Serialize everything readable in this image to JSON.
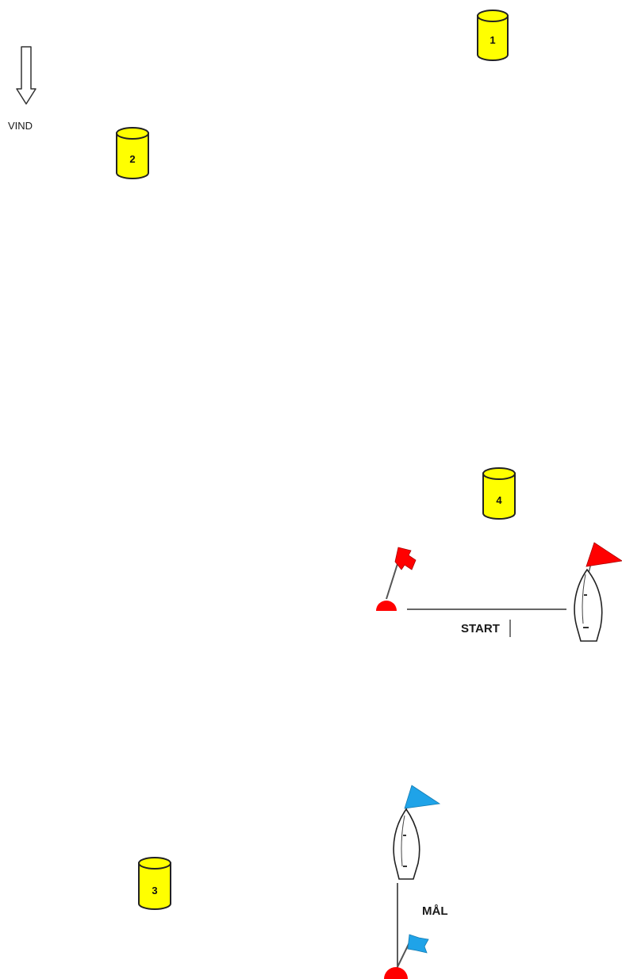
{
  "diagram": {
    "wind_label": "VIND",
    "start_label": "START",
    "finish_label": "MÅL",
    "marks": [
      {
        "number": "1"
      },
      {
        "number": "2"
      },
      {
        "number": "3"
      },
      {
        "number": "4"
      }
    ],
    "colors": {
      "mark": "#ffff00",
      "start_flag": "#ff0000",
      "finish_flag": "#1fa3e8",
      "buoy": "#ff0000"
    }
  }
}
